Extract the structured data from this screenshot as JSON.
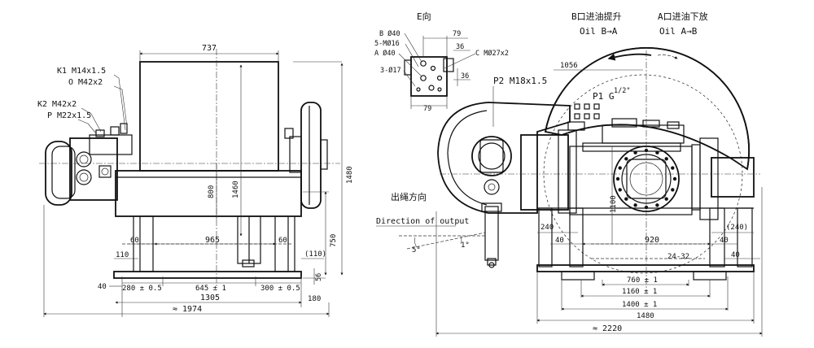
{
  "left_view": {
    "callouts": [
      "K1 M14x1.5",
      "O M42x2",
      "K2 M42x2",
      "P M22x1.5"
    ],
    "dim_top": "737",
    "dim_v_mid": [
      "800",
      "1460"
    ],
    "dim_right_v": [
      "1480",
      "750",
      "(110)",
      "56",
      "180"
    ],
    "dim_left_small": [
      "60",
      "110",
      "40"
    ],
    "dim_965": "965",
    "dim_60r": "60",
    "dim_bottom_row": [
      "280 ± 0.5",
      "645 ± 1",
      "300 ± 0.5"
    ],
    "dim_1305": "1305",
    "dim_1974": "≈ 1974"
  },
  "right_view": {
    "e_view": {
      "title": "E向",
      "labels": [
        "B Ø40",
        "5-MØ16",
        "A Ø40",
        "3-Ø17",
        "C MØ27x2"
      ],
      "dims": [
        "79",
        "36",
        "36",
        "79"
      ]
    },
    "rotation": {
      "b_cn": "B口进油提升",
      "b_en": "Oil B→A",
      "a_cn": "A口进油下放",
      "a_en": "Oil A→B"
    },
    "dim_1056": "1056",
    "p2": "P2 M18x1.5",
    "p1": "P1 G",
    "p1_sup": "1/2\"",
    "output_cn": "出绳方向",
    "output_en": "Direction of output",
    "angle_5": "5°",
    "angle_1": "1°",
    "dim_1100": "1100",
    "dim_240": "240",
    "dim_240b": "(240)",
    "dim_40": [
      "40",
      "40",
      "40"
    ],
    "dim_920": "920",
    "dim_24_32": "24-32",
    "dim_760": "760 ± 1",
    "dim_1160": "1160 ± 1",
    "dim_1400": "1400 ± 1",
    "dim_1480": "1480",
    "dim_2220": "≈ 2220"
  }
}
